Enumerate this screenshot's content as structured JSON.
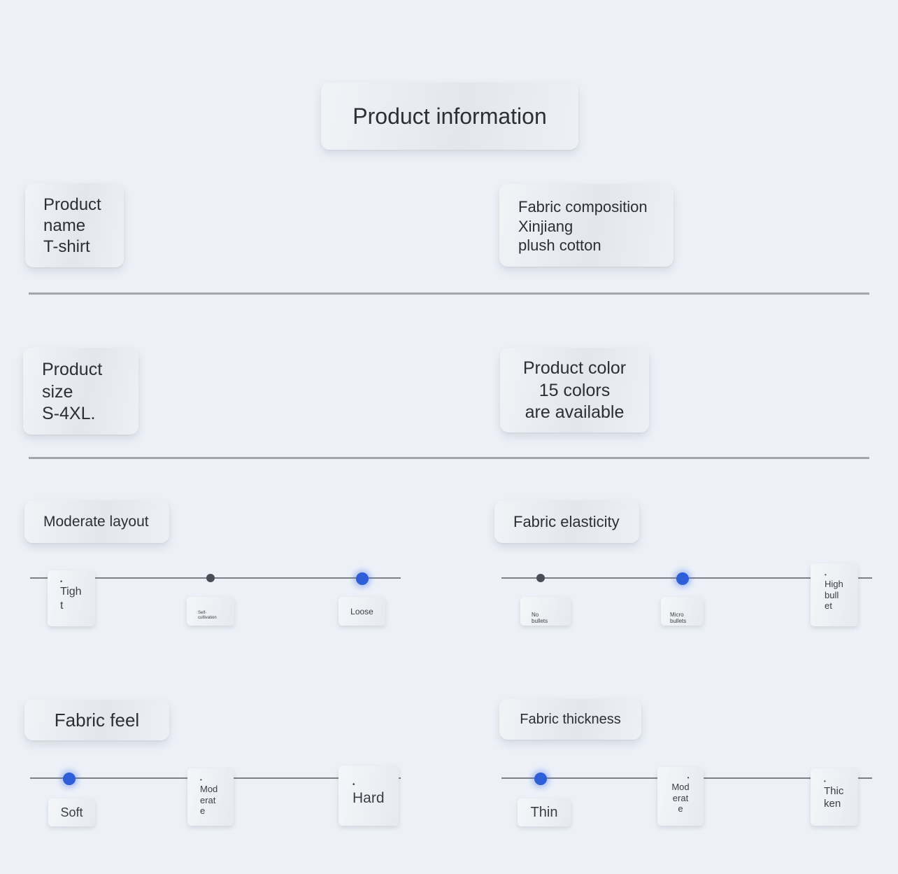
{
  "title": "Product information",
  "product_name": {
    "line1": "Product",
    "line2": "name",
    "line3": "T-shirt"
  },
  "fabric_composition": {
    "line1": "Fabric composition",
    "line2": "Xinjiang",
    "line3": "plush cotton"
  },
  "product_size": {
    "line1": "Product",
    "line2": "size",
    "line3": "S-4XL."
  },
  "product_color": {
    "line1": "Product color",
    "line2": "15 colors",
    "line3": "are available"
  },
  "layout": {
    "label": "Moderate layout",
    "options": {
      "o1a": "Tigh",
      "o1b": "t",
      "o2": "Self-\ncultivation",
      "o3": "Loose"
    },
    "selected": "Loose"
  },
  "elasticity": {
    "label": "Fabric elasticity",
    "options": {
      "o1": "No\nbullets",
      "o2": "Micro\nbullets",
      "o3a": "High",
      "o3b": "bull",
      "o3c": "et"
    },
    "selected": "Micro bullets"
  },
  "feel": {
    "label": "Fabric feel",
    "options": {
      "o1": "Soft",
      "o2a": "Mod",
      "o2b": "erat",
      "o2c": "e",
      "o3": "Hard"
    },
    "selected": "Soft"
  },
  "thickness": {
    "label": "Fabric thickness",
    "options": {
      "o1": "Thin",
      "o2a": "Mod",
      "o2b": "erat",
      "o2c": "e",
      "o3a": "Thic",
      "o3b": "ken"
    },
    "selected": "Thin"
  },
  "bullet": "•",
  "colors": {
    "accent": "#2e5fd8",
    "background": "#edf1f7"
  }
}
